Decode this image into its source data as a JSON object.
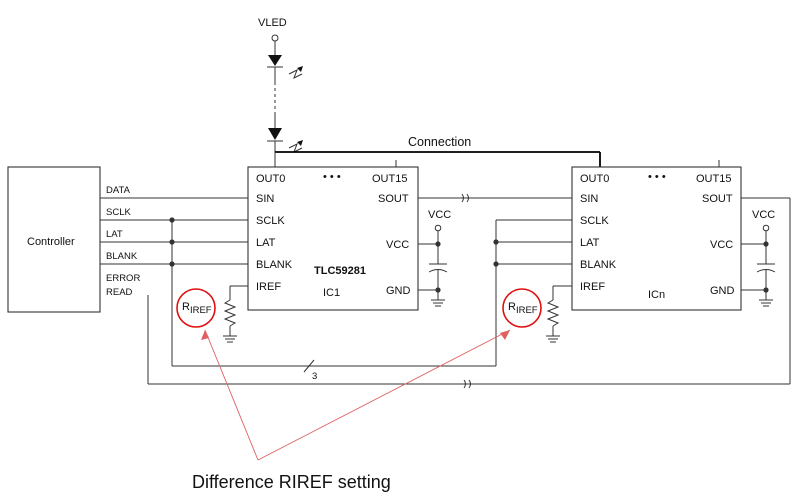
{
  "vled": "VLED",
  "connection": "Connection",
  "controller": {
    "label": "Controller",
    "pins": [
      "DATA",
      "SCLK",
      "LAT",
      "BLANK",
      "ERROR",
      "READ"
    ]
  },
  "ic1": {
    "out0": "OUT0",
    "dots": "• • •",
    "out15": "OUT15",
    "sin": "SIN",
    "sout": "SOUT",
    "sclk": "SCLK",
    "lat": "LAT",
    "blank": "BLANK",
    "iref": "IREF",
    "vcc": "VCC",
    "gnd": "GND",
    "part": "TLC59281",
    "name": "IC1"
  },
  "icn": {
    "out0": "OUT0",
    "dots": "• • •",
    "out15": "OUT15",
    "sin": "SIN",
    "sout": "SOUT",
    "sclk": "SCLK",
    "lat": "LAT",
    "blank": "BLANK",
    "iref": "IREF",
    "vcc": "VCC",
    "gnd": "GND",
    "name": "ICn"
  },
  "vcc_label": "VCC",
  "riref": {
    "main": "R",
    "sub": "IREF"
  },
  "bus_count": "3",
  "annotation": "Difference RIREF setting"
}
